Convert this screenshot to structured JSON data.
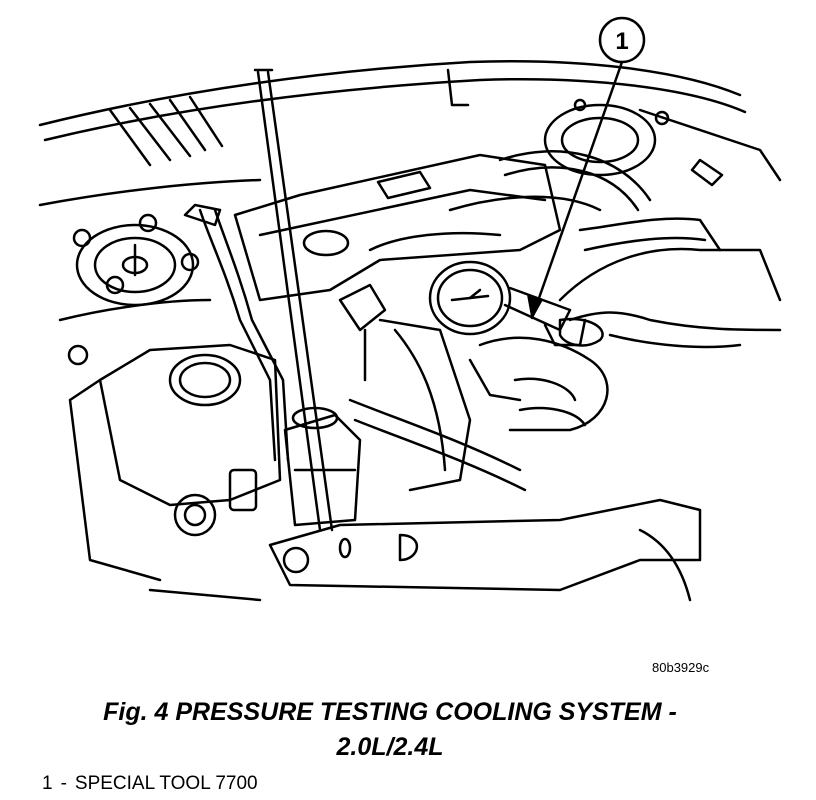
{
  "illustration": {
    "callout_number": "1",
    "figure_id": "80b3929c"
  },
  "caption": {
    "line1": "Fig. 4 PRESSURE TESTING COOLING SYSTEM -",
    "line2": "2.0L/2.4L"
  },
  "legend": [
    {
      "number": "1",
      "separator": "-",
      "label": "SPECIAL TOOL 7700"
    }
  ]
}
